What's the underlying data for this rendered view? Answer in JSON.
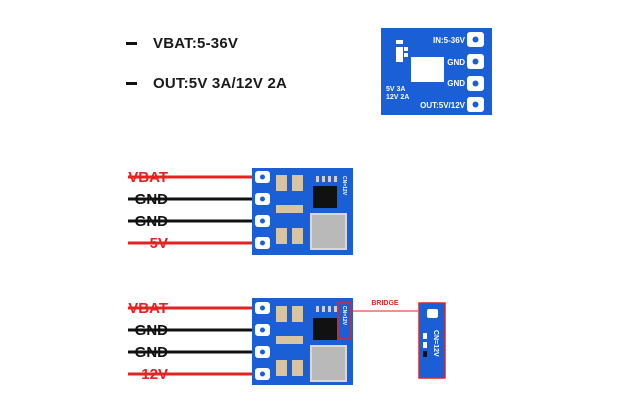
{
  "specs": {
    "vbat": "VBAT:5-36V",
    "out": "OUT:5V 3A/12V 2A"
  },
  "module_preview": {
    "logo": "i",
    "pins": [
      "IN:5-36V",
      "GND",
      "GND",
      "OUT:5V/12V"
    ],
    "rating_line1": "5V 3A",
    "rating_line2": "12V 2A"
  },
  "config_5v": {
    "wires": [
      {
        "label": "VBAT",
        "color": "#e52222"
      },
      {
        "label": "GND",
        "color": "#111111"
      },
      {
        "label": "GND",
        "color": "#111111"
      },
      {
        "label": "5V",
        "color": "#e52222"
      }
    ],
    "chip_text": "CN=12V"
  },
  "config_12v": {
    "wires": [
      {
        "label": "VBAT",
        "color": "#e52222"
      },
      {
        "label": "GND",
        "color": "#111111"
      },
      {
        "label": "GND",
        "color": "#111111"
      },
      {
        "label": "12V",
        "color": "#e52222"
      }
    ],
    "chip_text": "CN=12V",
    "bridge_label": "BRIDGE",
    "zoom_text": "CN=12V"
  },
  "colors": {
    "pcb_blue": "#1a5fd6",
    "wire_red": "#e52222",
    "wire_black": "#111111",
    "bridge_red": "#e52222"
  }
}
